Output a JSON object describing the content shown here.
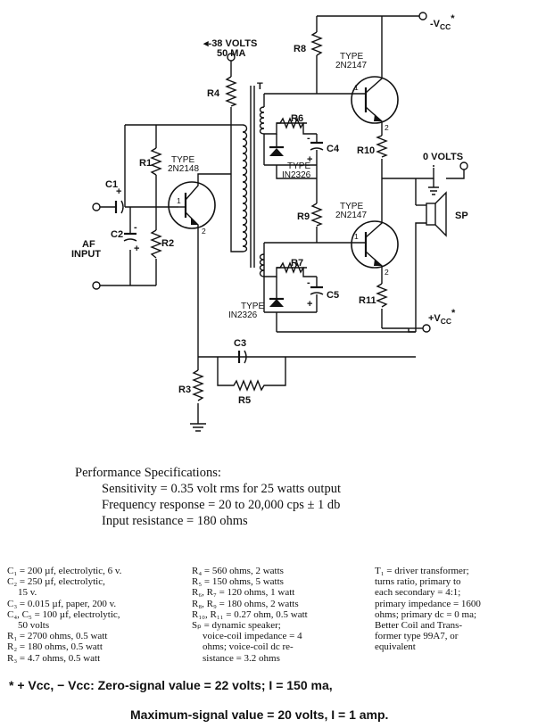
{
  "schematic": {
    "supply_top": "-38 VOLTS",
    "supply_top_current": "50 MA",
    "vcc_neg": "-V",
    "vcc_neg_sub": "CC",
    "vcc_neg_mark": "*",
    "vcc_pos": "+V",
    "vcc_pos_sub": "CC",
    "vcc_pos_mark": "*",
    "zero_volts": "0 VOLTS",
    "transformer": "T",
    "speaker": "SP",
    "af_input_1": "AF",
    "af_input_2": "INPUT",
    "type_word": "TYPE",
    "q_driver_type": "2N2148",
    "q_out_type": "2N2147",
    "diode_type": "IN2326",
    "pin_1": "1",
    "pin_2": "2",
    "plus": "+",
    "minus": "-",
    "comp": {
      "r1": "R1",
      "r2": "R2",
      "r3": "R3",
      "r4": "R4",
      "r5": "R5",
      "r6": "R6",
      "r7": "R7",
      "r8": "R8",
      "r9": "R9",
      "r10": "R10",
      "r11": "R11",
      "c1": "C1",
      "c2": "C2",
      "c3": "C3",
      "c4": "C4",
      "c5": "C5"
    }
  },
  "performance": {
    "heading": "Performance Specifications:",
    "lines": [
      "Sensitivity = 0.35 volt rms for 25 watts output",
      "Frequency response = 20 to 20,000 cps ± 1 db",
      "Input resistance = 180 ohms"
    ]
  },
  "parts": {
    "col1": [
      "C₁ = 200 µf, electrolytic, 6 v.",
      "C₂ = 250 µf, electrolytic,",
      "15 v.",
      "C₃ = 0.015 µf, paper, 200 v.",
      "C₄, C₅ = 100 µf, electrolytic,",
      "50 volts",
      "R₁ = 2700 ohms, 0.5 watt",
      "R₂ = 180 ohms, 0.5 watt",
      "R₃ = 4.7 ohms, 0.5 watt"
    ],
    "col2": [
      "R₄ = 560 ohms, 2 watts",
      "R₅ = 150 ohms, 5 watts",
      "R₆, R₇ = 120 ohms, 1 watt",
      "R₈, R₉ = 180 ohms, 2 watts",
      "R₁₀, R₁₁ = 0.27 ohm, 0.5 watt",
      "Sₚ = dynamic speaker;",
      "voice-coil impedance = 4",
      "ohms; voice-coil dc re-",
      "sistance = 3.2 ohms"
    ],
    "col3": [
      "T₁ = driver transformer;",
      "turns ratio, primary to",
      "each secondary = 4:1;",
      "primary impedance = 1600",
      "ohms; primary dc = 0 ma;",
      "Better Coil and Trans-",
      "former type 99A7, or",
      "equivalent"
    ]
  },
  "footnote": {
    "line1": "* + Vcc, − Vcc: Zero-signal value = 22 volts; I = 150 ma,",
    "line2": "Maximum-signal value = 20 volts, I = 1 amp."
  }
}
